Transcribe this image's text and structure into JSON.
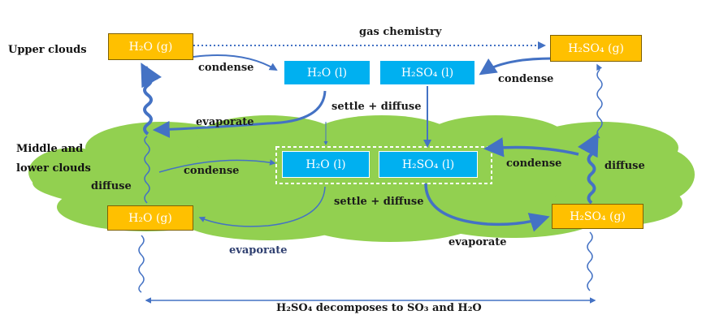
{
  "regions": {
    "upper": "Upper clouds",
    "middle_line1": "Middle and",
    "middle_line2": "lower clouds"
  },
  "boxes": {
    "upper_h2o_gas": "H₂O (g)",
    "upper_h2so4_gas": "H₂SO₄ (g)",
    "upper_h2o_liq": "H₂O (l)",
    "upper_h2so4_liq": "H₂SO₄ (l)",
    "mid_h2o_liq": "H₂O (l)",
    "mid_h2so4_liq": "H₂SO₄ (l)",
    "lower_h2o_gas": "H₂O (g)",
    "lower_h2so4_gas": "H₂SO₄ (g)"
  },
  "labels": {
    "gas_chemistry": "gas chemistry",
    "condense_upper_left": "condense",
    "condense_upper_right": "condense",
    "evaporate_upper": "evaporate",
    "settle_diffuse_upper": "settle + diffuse",
    "diffuse_left": "diffuse",
    "condense_mid_left": "condense",
    "condense_mid_right": "condense",
    "diffuse_right": "diffuse",
    "settle_diffuse_lower": "settle + diffuse",
    "evaporate_lower_left": "evaporate",
    "evaporate_lower_right": "evaporate",
    "decomposes": "H₂SO₄ decomposes to SO₃ and H₂O"
  },
  "colors": {
    "cloud": "#92D050",
    "gas_box": "#FFC000",
    "liquid_box": "#00B0F0",
    "arrow": "#4472C4"
  }
}
